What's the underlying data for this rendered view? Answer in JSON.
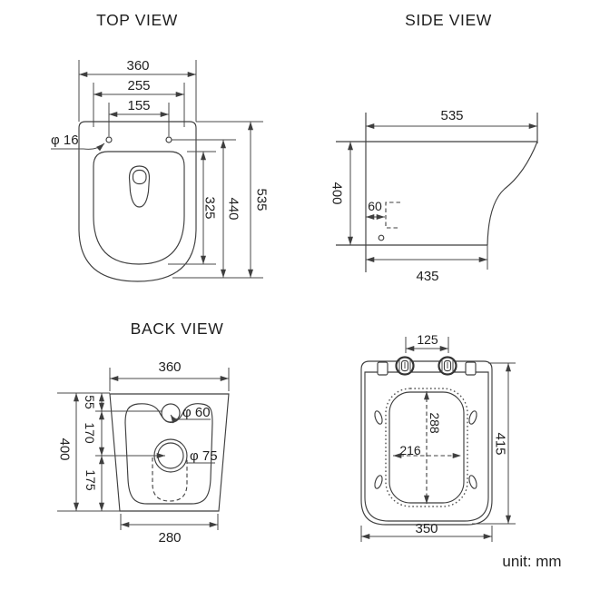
{
  "views": {
    "top": {
      "title": "TOP VIEW",
      "dims": {
        "overall_width": "360",
        "seat_width": "255",
        "hole_spacing": "155",
        "hole_dia": "φ 16",
        "seat_depth": "325",
        "hole_depth": "440",
        "overall_depth": "535"
      }
    },
    "side": {
      "title": "SIDE VIEW",
      "dims": {
        "overall_depth": "535",
        "height": "400",
        "slot_offset": "60",
        "base_depth": "435"
      }
    },
    "back": {
      "title": "BACK VIEW",
      "dims": {
        "overall_width": "360",
        "top_offset": "55",
        "mid_offset": "170",
        "height": "400",
        "bottom_offset": "175",
        "inlet_dia": "φ 60",
        "outlet_dia": "φ 75",
        "base_width": "280"
      }
    },
    "seat": {
      "dims": {
        "hinge_spacing": "125",
        "opening_length": "288",
        "opening_width": "216",
        "seat_length": "415",
        "seat_width": "350"
      }
    }
  },
  "footer": {
    "unit_label": "unit: mm"
  },
  "colors": {
    "line": "#3f3f3f",
    "text": "#222222",
    "background": "#ffffff"
  }
}
